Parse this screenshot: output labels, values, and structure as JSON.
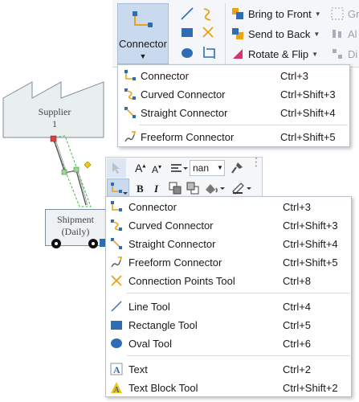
{
  "ribbon": {
    "connector_label": "Connector",
    "bring_to_front": "Bring to Front",
    "send_to_back": "Send to Back",
    "rotate_flip": "Rotate & Flip",
    "clipped_1": "Gr",
    "clipped_2": "Al",
    "clipped_3": "Di"
  },
  "canvas": {
    "supplier_line1": "Supplier",
    "supplier_line2": "1",
    "shipment_line1": "Shipment",
    "shipment_line2": "(Daily)"
  },
  "top_menu": {
    "items": [
      {
        "label": "Connector",
        "shortcut": "Ctrl+3",
        "icon": "connector-icon"
      },
      {
        "label": "Curved Connector",
        "shortcut": "Ctrl+Shift+3",
        "icon": "curved-connector-icon"
      },
      {
        "label": "Straight Connector",
        "shortcut": "Ctrl+Shift+4",
        "icon": "straight-connector-icon"
      },
      {
        "label": "Freeform Connector",
        "shortcut": "Ctrl+Shift+5",
        "icon": "freeform-connector-icon"
      }
    ]
  },
  "mini_toolbar": {
    "font_name": "nan",
    "font_grow": "A",
    "font_shrink": "A",
    "bold": "B",
    "italic": "I"
  },
  "context_menu": {
    "items": [
      {
        "label": "Connector",
        "shortcut": "Ctrl+3",
        "icon": "connector-icon"
      },
      {
        "label": "Curved Connector",
        "shortcut": "Ctrl+Shift+3",
        "icon": "curved-connector-icon"
      },
      {
        "label": "Straight Connector",
        "shortcut": "Ctrl+Shift+4",
        "icon": "straight-connector-icon"
      },
      {
        "label": "Freeform Connector",
        "shortcut": "Ctrl+Shift+5",
        "icon": "freeform-connector-icon"
      },
      {
        "label": "Connection Points Tool",
        "shortcut": "Ctrl+8",
        "icon": "connection-points-icon"
      },
      {
        "label": "Line Tool",
        "shortcut": "Ctrl+4",
        "icon": "line-tool-icon"
      },
      {
        "label": "Rectangle Tool",
        "shortcut": "Ctrl+5",
        "icon": "rectangle-tool-icon"
      },
      {
        "label": "Oval Tool",
        "shortcut": "Ctrl+6",
        "icon": "oval-tool-icon"
      },
      {
        "label": "Text",
        "shortcut": "Ctrl+2",
        "icon": "text-icon"
      },
      {
        "label": "Text Block Tool",
        "shortcut": "Ctrl+Shift+2",
        "icon": "text-block-icon"
      }
    ]
  },
  "colors": {
    "accent_blue": "#2e6db4",
    "orange": "#e8a317",
    "selection_green": "#3fbf3f",
    "handle_red": "#e23c3c"
  }
}
